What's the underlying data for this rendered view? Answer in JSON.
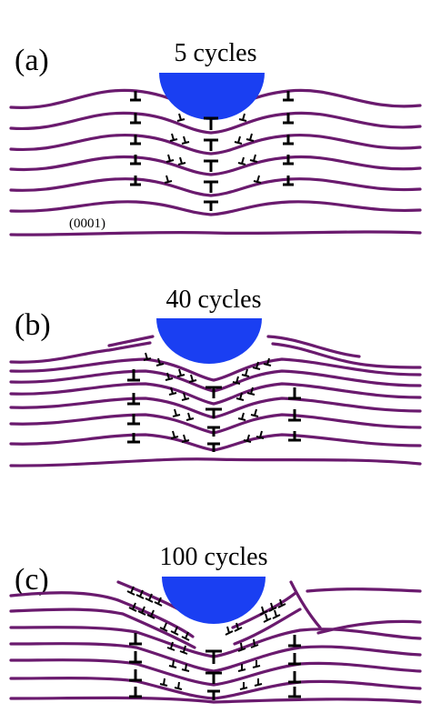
{
  "figure": {
    "panels": [
      {
        "label": "(a)",
        "title": "5 cycles",
        "plane_label": "(0001)"
      },
      {
        "label": "(b)",
        "title": "40 cycles",
        "plane_label": ""
      },
      {
        "label": "(c)",
        "title": "100 cycles",
        "plane_label": ""
      }
    ]
  },
  "colors": {
    "basal_plane": "#6a1a6e",
    "indenter": "#1a3ff2",
    "dislocation": "#000000",
    "background": "#ffffff"
  },
  "icons": {
    "indenter": "indenter-hemisphere-icon",
    "dislocation": "edge-dislocation-icon"
  }
}
